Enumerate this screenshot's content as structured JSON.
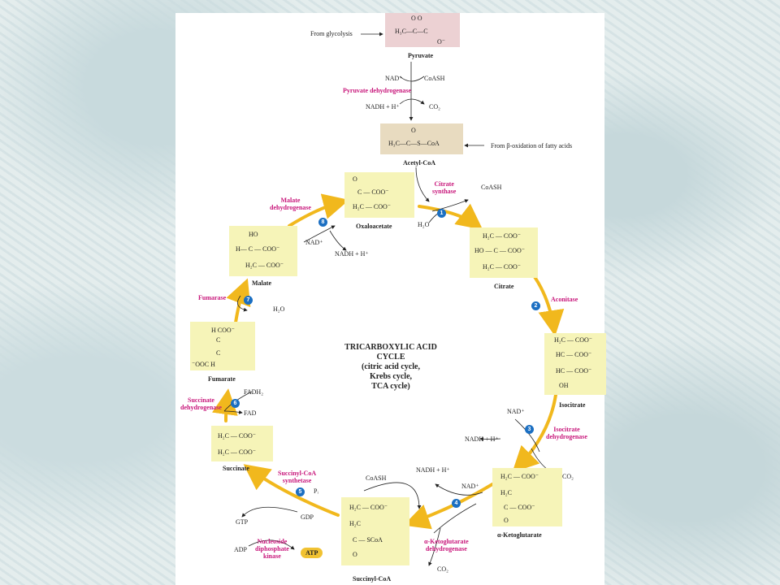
{
  "diagram": {
    "title": [
      "TRICARBOXYLIC ACID",
      "CYCLE",
      "(citric acid cycle,",
      "Krebs cycle,",
      "TCA cycle)"
    ],
    "inputs": {
      "glycolysis": "From glycolysis",
      "beta_ox": "From β-oxidation of fatty acids"
    },
    "compounds": {
      "pyruvate": "Pyruvate",
      "acetylcoa": "Acetyl-CoA",
      "oxaloacetate": "Oxaloacetate",
      "citrate": "Citrate",
      "isocitrate": "Isocitrate",
      "aketoglutarate": "α-Ketoglutarate",
      "succinylcoa": "Succinyl-CoA",
      "succinate": "Succinate",
      "fumarate": "Fumarate",
      "malate": "Malate"
    },
    "enzymes": {
      "pdh": "Pyruvate dehydrogenase",
      "cs": [
        "Citrate",
        "synthase"
      ],
      "aco": "Aconitase",
      "idh": [
        "Isocitrate",
        "dehydrogenase"
      ],
      "akdh": [
        "α-Ketoglutarate",
        "dehydrogenase"
      ],
      "scs": [
        "Succinyl-CoA",
        "synthetase"
      ],
      "ndk": [
        "Nucleoside",
        "diphosphate",
        "kinase"
      ],
      "sdh": [
        "Succinate",
        "dehydrogenase"
      ],
      "fum": "Fumarase",
      "mdh": [
        "Malate",
        "dehydrogenase"
      ]
    },
    "cofactors": {
      "nad": "NAD⁺",
      "coash": "CoASH",
      "nadh": "NADH + H⁺",
      "co2": "CO₂",
      "h2o": "H₂O",
      "fadh2": "FADH₂",
      "fad": "FAD",
      "gtp": "GTP",
      "gdp": "GDP",
      "adp": "ADP",
      "atp": "ATP",
      "pi": "Pᵢ"
    },
    "steps": [
      "1",
      "2",
      "3",
      "4",
      "5",
      "6",
      "7",
      "8"
    ],
    "structures": {
      "pyruvate": [
        "O   O",
        "H₃C—C—C",
        "O⁻"
      ],
      "acetylcoa": [
        "O",
        "H₃C—C—S—CoA"
      ],
      "oxaloacetate": [
        "O",
        "C — COO⁻",
        "H₂C — COO⁻"
      ],
      "citrate": [
        "H₂C — COO⁻",
        "HO — C — COO⁻",
        "H₂C — COO⁻"
      ],
      "isocitrate": [
        "H₂C — COO⁻",
        "HC — COO⁻",
        "HC — COO⁻",
        "OH"
      ],
      "aketoglutarate": [
        "H₂C — COO⁻",
        "H₂C",
        "C — COO⁻",
        "O"
      ],
      "succinylcoa": [
        "H₂C — COO⁻",
        "H₂C",
        "C — SCoA",
        "O"
      ],
      "succinate": [
        "H₂C — COO⁻",
        "H₂C — COO⁻"
      ],
      "fumarate": [
        "H    COO⁻",
        "C",
        "C",
        "⁻OOC    H"
      ],
      "malate": [
        "HO",
        "H— C — COO⁻",
        "H₂C — COO⁻"
      ]
    }
  }
}
